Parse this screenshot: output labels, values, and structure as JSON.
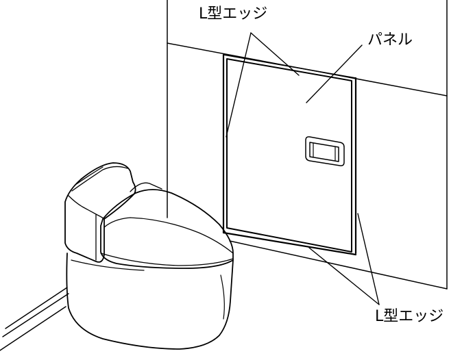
{
  "labels": {
    "edge_top": "L型エッジ",
    "panel": "パネル",
    "edge_bottom": "L型エッジ"
  }
}
